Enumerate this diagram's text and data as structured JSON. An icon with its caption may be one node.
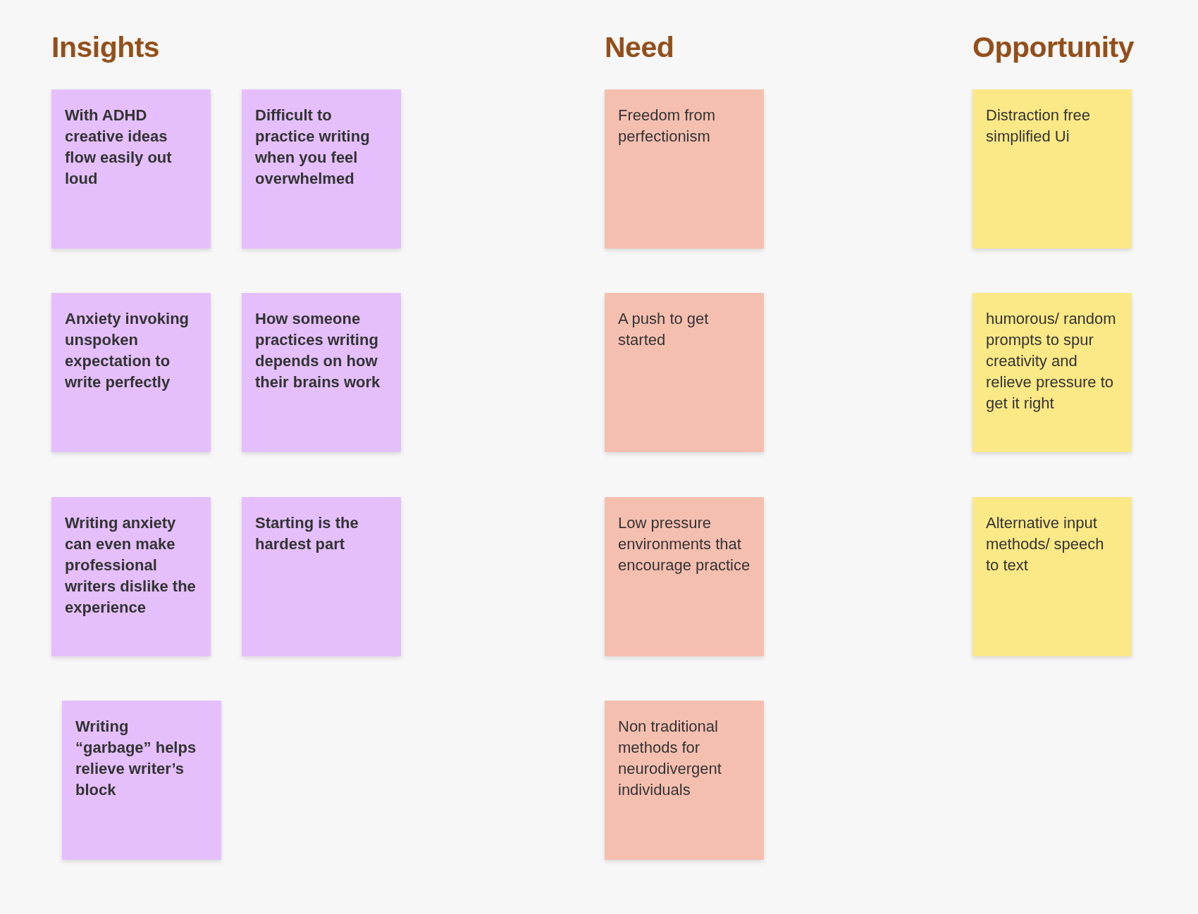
{
  "diagram": {
    "nodes": [
      {
        "text": [
          "With ADHD creative ideas flow easily out loud"
        ]
      },
      {
        "text": [
          "Difficult to practice writing when you feel overwhelmed"
        ]
      },
      {
        "text": [
          "Anxiety invoking unspoken expectation to write perfectly"
        ]
      },
      {
        "text": [
          "How someone practices writing depends on how their brains work"
        ]
      },
      {
        "text": [
          "Writing anxiety can even make professional writers dislike the experience"
        ]
      },
      {
        "text": [
          "Starting is the hardest part"
        ]
      },
      {
        "text": [
          "Writing “garbage” helps relieve writer’s block"
        ]
      },
      {
        "text": [
          "Freedom from perfectionism"
        ]
      },
      {
        "text": [
          "A push to get started"
        ]
      },
      {
        "text": [
          "Low pressure environments that encourage practice"
        ]
      },
      {
        "text": [
          "Non traditional methods for neurodivergent individuals"
        ]
      },
      {
        "text": [
          "Distraction free simplified Ui"
        ]
      },
      {
        "text": [
          "humorous/ random prompts to spur creativity and relieve pressure to get it right"
        ]
      },
      {
        "text": [
          "Alternative input methods/ speech to text"
        ]
      }
    ],
    "labels": [
      "Insights",
      "Need",
      "Opportunity"
    ]
  }
}
